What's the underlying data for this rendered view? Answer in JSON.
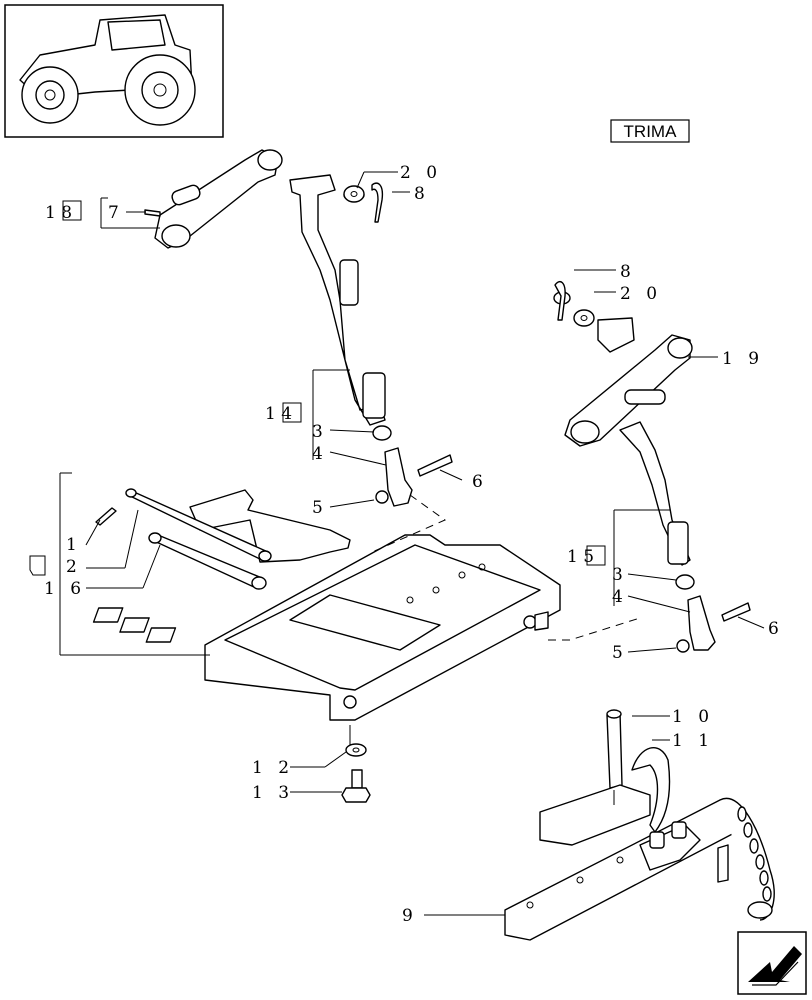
{
  "badge": "TRIMA",
  "callouts": [
    {
      "id": "c-20a",
      "text": "2 0"
    },
    {
      "id": "c-8a",
      "text": "8"
    },
    {
      "id": "c-18",
      "text": "1 8"
    },
    {
      "id": "c-7",
      "text": "7"
    },
    {
      "id": "c-8b",
      "text": "8"
    },
    {
      "id": "c-20b",
      "text": "2 0"
    },
    {
      "id": "c-19",
      "text": "1 9"
    },
    {
      "id": "c-14",
      "text": "1 4"
    },
    {
      "id": "c-3a",
      "text": "3"
    },
    {
      "id": "c-4a",
      "text": "4"
    },
    {
      "id": "c-6a",
      "text": "6"
    },
    {
      "id": "c-5a",
      "text": "5"
    },
    {
      "id": "c-1",
      "text": "1"
    },
    {
      "id": "c-2",
      "text": "2"
    },
    {
      "id": "c-16",
      "text": "1 6"
    },
    {
      "id": "c-15",
      "text": "1 5"
    },
    {
      "id": "c-3b",
      "text": "3"
    },
    {
      "id": "c-4b",
      "text": "4"
    },
    {
      "id": "c-6b",
      "text": "6"
    },
    {
      "id": "c-5b",
      "text": "5"
    },
    {
      "id": "c-10",
      "text": "1 0"
    },
    {
      "id": "c-11",
      "text": "1 1"
    },
    {
      "id": "c-12",
      "text": "1 2"
    },
    {
      "id": "c-13",
      "text": "1 3"
    },
    {
      "id": "c-9",
      "text": "9"
    }
  ],
  "icons": {
    "thumbnail": "tractor-icon",
    "nav": "next-page-arrow-icon"
  }
}
